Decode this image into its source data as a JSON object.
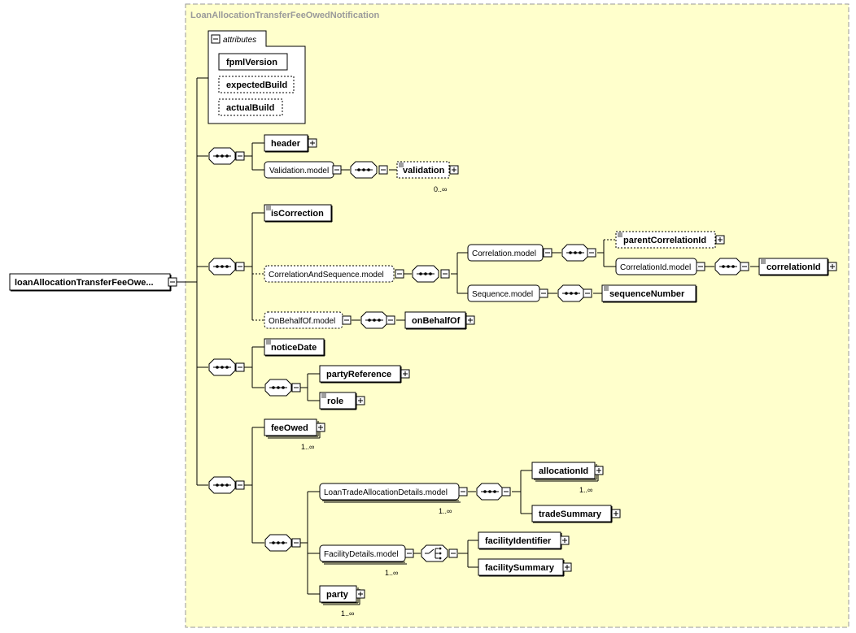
{
  "diagram": {
    "root": {
      "label": "loanAllocationTransferFeeOwe..."
    },
    "panel": {
      "title": "LoanAllocationTransferFeeOwedNotification"
    },
    "attributes": {
      "title": "attributes",
      "items": [
        {
          "label": "fpmlVersion",
          "optional": false
        },
        {
          "label": "expectedBuild",
          "optional": true
        },
        {
          "label": "actualBuild",
          "optional": true
        }
      ]
    },
    "elements": {
      "header": "header",
      "validation_model": "Validation.model",
      "validation": "validation",
      "validation_card": "0..∞",
      "is_correction": "isCorrection",
      "correlation_and_sequence_model": "CorrelationAndSequence.model",
      "correlation_model": "Correlation.model",
      "parent_correlation_id": "parentCorrelationId",
      "correlation_id_model": "CorrelationId.model",
      "correlation_id": "correlationId",
      "sequence_model": "Sequence.model",
      "sequence_number": "sequenceNumber",
      "on_behalf_of_model": "OnBehalfOf.model",
      "on_behalf_of": "onBehalfOf",
      "notice_date": "noticeDate",
      "party_reference": "partyReference",
      "role": "role",
      "fee_owed": "feeOwed",
      "fee_owed_card": "1..∞",
      "loan_trade_allocation_details_model": "LoanTradeAllocationDetails.model",
      "loan_trade_allocation_details_card": "1..∞",
      "allocation_id": "allocationId",
      "allocation_id_card": "1..∞",
      "trade_summary": "tradeSummary",
      "facility_details_model": "FacilityDetails.model",
      "facility_details_card": "1..∞",
      "facility_identifier": "facilityIdentifier",
      "facility_summary": "facilitySummary",
      "party": "party",
      "party_card": "1..∞"
    },
    "colors": {
      "panel_fill": "#ffffcc",
      "panel_border": "#9a9a9a",
      "box_border": "#000000",
      "line": "#000000",
      "title_text": "#9a9a9a"
    }
  }
}
